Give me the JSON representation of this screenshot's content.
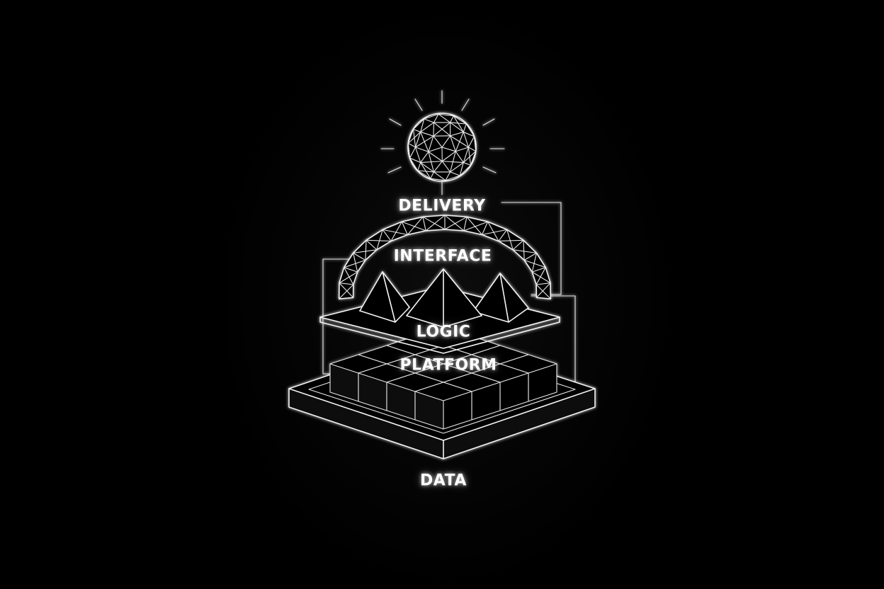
{
  "layers": {
    "delivery": "DELIVERY",
    "interface": "INTERFACE",
    "logic": "LOGIC",
    "platform": "PLATFORM",
    "data": "DATA"
  },
  "colors": {
    "background": "#000000",
    "line": "#f4f4f4",
    "glow": "#ffffff"
  },
  "icons": {
    "delivery": "geodesic-sphere-icon",
    "interface": "mesh-arch-icon",
    "logic": "pyramids-icon",
    "platform": "cube-grid-icon",
    "data": "base-slab-icon"
  }
}
